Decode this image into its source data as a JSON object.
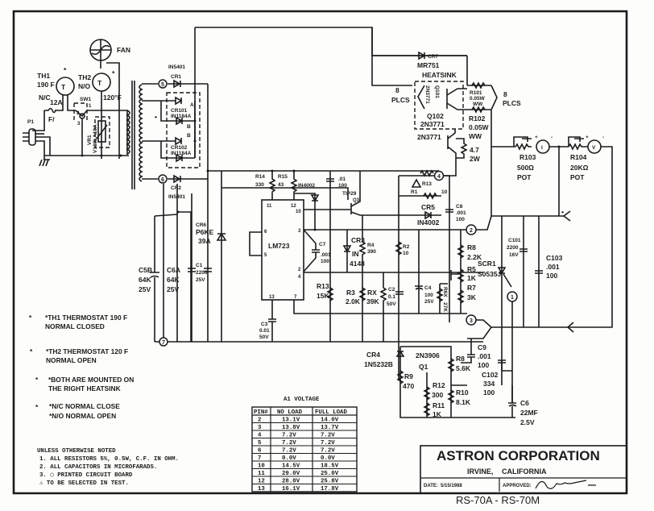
{
  "schematic": {
    "components": {
      "fan": "FAN",
      "th1": {
        "ref": "TH1",
        "rating": "190 F",
        "type": "N/C"
      },
      "th2": {
        "ref": "TH2",
        "type": "N/O",
        "rating": "120°F"
      },
      "fuse": {
        "ref": "F/",
        "rating": "12A"
      },
      "plug": "P1",
      "switch": "SW1",
      "varistor": {
        "ref": "VR1",
        "part": "V130LA10A"
      },
      "cr1": {
        "ref": "CR1",
        "part": "IN5401"
      },
      "cr2": {
        "ref": "CR2",
        "part": "IN5401"
      },
      "cr101": {
        "ref": "CR101",
        "part": "IN1184A"
      },
      "cr102": {
        "ref": "CR102",
        "part": "IN1184A"
      },
      "bridge_a": "A",
      "bridge_b": "B",
      "cr7": {
        "ref": "CR7",
        "part": "MR751"
      },
      "heatsink": "HEATSINK",
      "plcs_left": {
        "count": "8",
        "label": "PLCS"
      },
      "plcs_right": {
        "count": "8",
        "label": "PLCS"
      },
      "q101": {
        "ref": "Q101",
        "part": "2N3771"
      },
      "q102": {
        "ref": "Q102",
        "part": "2N3771"
      },
      "q_driver": "2N3771",
      "r101": {
        "ref": "R101",
        "value": "0.05W",
        "type": "WW"
      },
      "r102": {
        "ref": "R102",
        "value": "0.05W",
        "type": "WW"
      },
      "r_47": {
        "value": "4.7",
        "power": "2W"
      },
      "r103": {
        "ref": "R103",
        "value": "500Ω",
        "type": "POT"
      },
      "r104": {
        "ref": "R104",
        "value": "20KΩ",
        "type": "POT"
      },
      "meter_i": "I",
      "meter_v": "V",
      "r14": {
        "ref": "R14",
        "value": "330"
      },
      "r15": {
        "ref": "R15",
        "value": "43"
      },
      "cr_in4002_top": "IN4002",
      "c_01": {
        "value": ".01",
        "volts": "100"
      },
      "tip29": {
        "ref": "TIP29",
        "q": "Q3"
      },
      "r13x": {
        "ref": "R13",
        "triangle": "!"
      },
      "r1_10": {
        "ref": "R1",
        "value": "10"
      },
      "cr5": {
        "ref": "CR5",
        "part": "IN4002"
      },
      "c8": {
        "ref": "C8",
        "value": ".001",
        "volts": "100"
      },
      "lm723": {
        "ref": "LM723",
        "pins": [
          "11",
          "12",
          "10",
          "6",
          "5",
          "3",
          "2",
          "4",
          "13",
          "7"
        ]
      },
      "c7": {
        "ref": "C7",
        "value": ".001",
        "volts": "100"
      },
      "cr3": {
        "ref": "CR3",
        "part": "IN",
        "part2": "4148"
      },
      "r4": {
        "ref": "R4",
        "value": "390"
      },
      "r2": {
        "ref": "R2",
        "value": "10"
      },
      "cr6": {
        "ref": "CR6",
        "part": "P6KE",
        "rating": "39A"
      },
      "c5b": {
        "ref": "C5B",
        "value": "64K",
        "volts": "25V"
      },
      "c6a": {
        "ref": "C6A",
        "value": "64K",
        "volts": "25V"
      },
      "c1": {
        "ref": "C1",
        "value": "2200",
        "volts": "25V"
      },
      "r13": {
        "ref": "R13",
        "value": "15K"
      },
      "r3": {
        "ref": "R3",
        "value": "2.0K"
      },
      "rx": {
        "ref": "RX",
        "value": "39K"
      },
      "c2": {
        "ref": "C2",
        "value": "0.1",
        "volts": "50V"
      },
      "c4": {
        "ref": "C4",
        "value": "100",
        "volts": "25V"
      },
      "r6x": {
        "ref": "R6X",
        "value": "27K"
      },
      "c3": {
        "ref": "C3",
        "value": "0.01",
        "volts": "50V"
      },
      "r8": {
        "ref": "R8",
        "value": "2.2K"
      },
      "r5": {
        "ref": "R5",
        "value": "1K"
      },
      "r7": {
        "ref": "R7",
        "value": "3K"
      },
      "scr1": {
        "ref": "SCR1",
        "part": "S0535J"
      },
      "c101": {
        "ref": "C101",
        "value": "2200",
        "volts": "16V"
      },
      "c103": {
        "ref": "C103",
        "value": ".001",
        "volts": "100"
      },
      "c9": {
        "ref": "C9",
        "value": ".001",
        "volts": "100"
      },
      "c102": {
        "ref": "C102",
        "value": "334",
        "volts": "100"
      },
      "cr4": {
        "ref": "CR4",
        "part": "1N5232B"
      },
      "q1": {
        "ref": "Q1",
        "part": "2N3906"
      },
      "r9": {
        "ref": "R9",
        "value": "470"
      },
      "r12": {
        "ref": "R12",
        "value": "300"
      },
      "r8b": {
        "ref": "R8",
        "value": "5.6K"
      },
      "r10": {
        "ref": "R10",
        "value": "8.1K"
      },
      "r11": {
        "ref": "R11",
        "value": "1K"
      },
      "c6": {
        "ref": "C6",
        "value": "22MF",
        "volts": "2.5V"
      }
    },
    "pcb_points": [
      "1",
      "2",
      "3",
      "4",
      "5",
      "6",
      "7"
    ]
  },
  "legend_notes": [
    {
      "symbol": "*",
      "line1": "*TH1 THERMOSTAT 190 F",
      "line2": "NORMAL CLOSED"
    },
    {
      "symbol": "*",
      "line1": "*TH2 THERMOSTAT 120 F",
      "line2": "NORMAL OPEN"
    },
    {
      "symbol": "*",
      "line1": "*BOTH ARE MOUNTED ON",
      "line2": "THE RIGHT HEATSINK"
    },
    {
      "symbol": "*",
      "line1": "*N/C NORMAL CLOSE",
      "line2": "*N/O NORMAL OPEN"
    }
  ],
  "voltage_table": {
    "title": "A1 VOLTAGE",
    "headers": [
      "PIN#",
      "NO LOAD",
      "FULL LOAD"
    ],
    "rows": [
      [
        "2",
        "13.1V",
        "14.0V"
      ],
      [
        "3",
        "13.8V",
        "13.7V"
      ],
      [
        "4",
        "7.2V",
        "7.2V"
      ],
      [
        "5",
        "7.2V",
        "7.2V"
      ],
      [
        "6",
        "7.2V",
        "7.2V"
      ],
      [
        "7",
        "0.0V",
        "0.0V"
      ],
      [
        "10",
        "14.5V",
        "18.5V"
      ],
      [
        "11",
        "29.0V",
        "25.0V"
      ],
      [
        "12",
        "28.0V",
        "25.8V"
      ],
      [
        "13",
        "16.1V",
        "17.8V"
      ]
    ]
  },
  "general_notes": {
    "heading": "UNLESS OTHERWISE NOTED",
    "items": [
      "1. ALL RESISTORS 5%, 0.5W, C.F. IN OHM.",
      "2. ALL CAPACITORS IN MICROFARADS.",
      "3. ◯ PRINTED CIRCUIT BOARD",
      "⚠ TO BE SELECTED IN TEST."
    ]
  },
  "title_block": {
    "company": "ASTRON CORPORATION",
    "city": "IRVINE,",
    "state": "CALIFORNIA",
    "date_label": "DATE:",
    "date": "5/15/1988",
    "approved_label": "APPROVED:",
    "model": "RS-70A  -  RS-70M"
  }
}
